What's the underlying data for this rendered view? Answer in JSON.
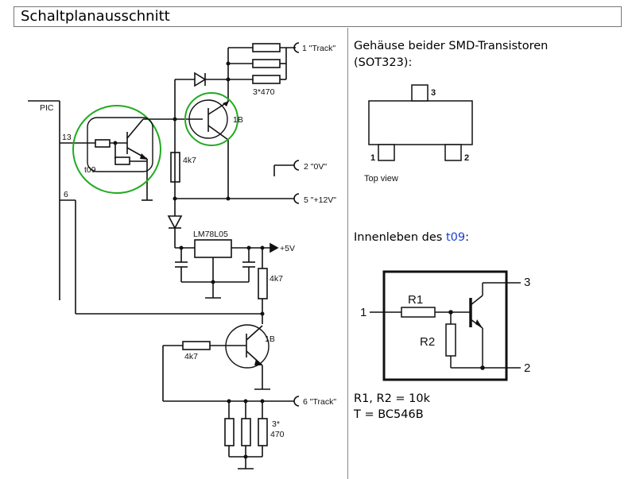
{
  "header": {
    "title": "Schaltplanausschnitt"
  },
  "schematic": {
    "pic_label": "PIC",
    "pin13": "13",
    "pin6": "6",
    "t09_label": "t09",
    "track1": "1 \"Track\"",
    "res_3x470_top": "3*470",
    "tr_1b_top": "1B",
    "r_4k7_a": "4k7",
    "gnd_label": "2 \"0V\"",
    "plus12_label": "5 \"+12V\"",
    "regulator": "LM78L05",
    "plus5": "+5V",
    "r_4k7_b": "4k7",
    "tr_1b_bottom": "1B",
    "r_4k7_c": "4k7",
    "track6": "6 \"Track\"",
    "res_3x470_bottom_a": "3*",
    "res_3x470_bottom_b": "470"
  },
  "package": {
    "heading_line1": "Gehäuse beider SMD-Transistoren",
    "heading_line2": "(SOT323):",
    "pin1": "1",
    "pin2": "2",
    "pin3": "3",
    "caption": "Top view"
  },
  "internals": {
    "heading_prefix": "Innenleben des ",
    "heading_link": "t09",
    "heading_suffix": ":",
    "r1": "R1",
    "r2": "R2",
    "pin1": "1",
    "pin2": "2",
    "pin3": "3",
    "values_line1": "R1, R2 = 10k",
    "values_line2": "T = BC546B"
  },
  "colors": {
    "highlight": "#22aa22",
    "link": "#1a3fcc"
  }
}
